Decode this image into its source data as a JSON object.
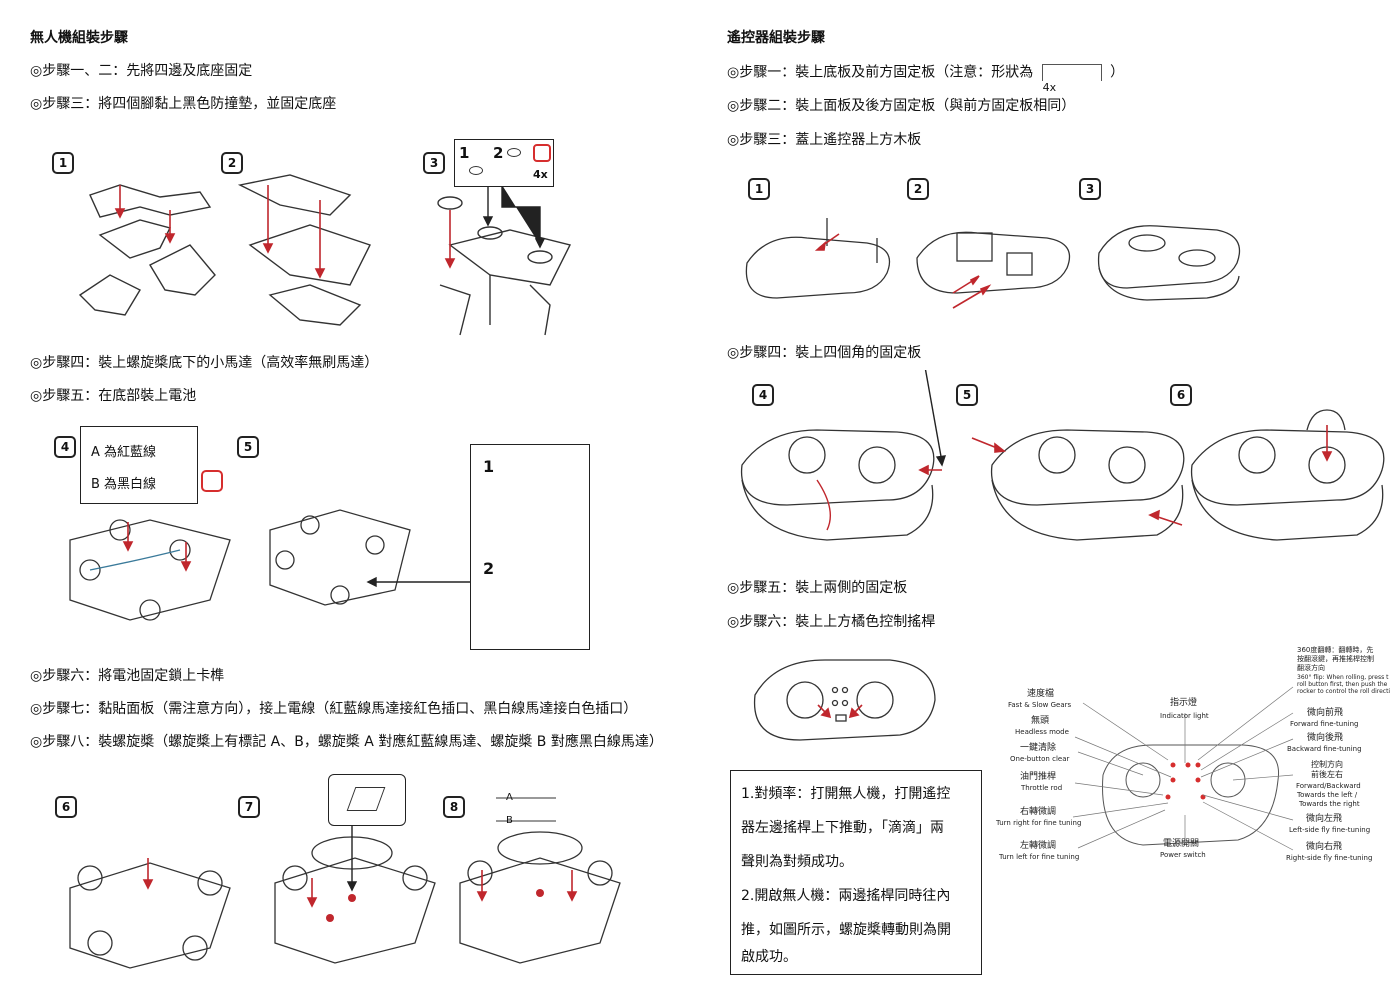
{
  "left": {
    "title": "無人機組裝步驟",
    "steps_a": [
      "◎步驟一、二：先將四邊及底座固定",
      "◎步驟三：將四個腳黏上黑色防撞墊，並固定底座"
    ],
    "fig1": {
      "n1": "1",
      "n2": "2",
      "n3": "3",
      "inset_1": "1",
      "inset_2": "2",
      "inset_count": "4x"
    },
    "steps_b": [
      "◎步驟四：裝上螺旋槳底下的小馬達（高效率無刷馬達）",
      "◎步驟五：在底部裝上電池"
    ],
    "fig2": {
      "n4": "4",
      "n5": "5",
      "line_a": "A 為紅藍線",
      "line_b": "B 為黑白線",
      "inset_1": "1",
      "inset_2": "2"
    },
    "steps_c": [
      "◎步驟六：將電池固定鎖上卡榫",
      "◎步驟七：黏貼面板（需注意方向），接上電線（紅藍線馬達接紅色插口、黑白線馬達接白色插口）",
      "◎步驟八：裝螺旋槳（螺旋槳上有標記 A、B，螺旋槳 A 對應紅藍線馬達、螺旋槳 B 對應黑白線馬達）"
    ],
    "fig3": {
      "n6": "6",
      "n7": "7",
      "n8": "8",
      "prop_a": "A",
      "prop_b": "B"
    }
  },
  "right": {
    "title": "遙控器組裝步驟",
    "step1_before": "◎步驟一：裝上底板及前方固定板（注意：形狀為",
    "step1_shape_label": "4x",
    "step1_after": "）",
    "steps_a": [
      "◎步驟二：裝上面板及後方固定板（與前方固定板相同）",
      "◎步驟三：蓋上遙控器上方木板"
    ],
    "fig1": {
      "n1": "1",
      "n2": "2",
      "n3": "3"
    },
    "step4": "◎步驟四：裝上四個角的固定板",
    "fig2": {
      "n4": "4",
      "n5": "5",
      "n6": "6"
    },
    "steps_b": [
      "◎步驟五：裝上兩側的固定板",
      "◎步驟六：裝上上方橘色控制搖桿"
    ],
    "instructions": [
      "1.對頻率：打開無人機，打開遙控",
      "器左邊搖桿上下推動，「滴滴」兩",
      "聲則為對頻成功。",
      "2.開啟無人機：兩邊搖桿同時往內",
      "推，如圖所示，螺旋槳轉動則為開",
      "啟成功。"
    ],
    "diagram_labels": {
      "speed_zh": "速度檔",
      "speed_en": "Fast & Slow Gears",
      "headless_zh": "無頭",
      "headless_en": "Headless mode",
      "clear_zh": "一鍵清除",
      "clear_en": "One-button clear",
      "throttle_zh": "油門推桿",
      "throttle_en": "Throttle rod",
      "right_trim_zh": "右轉微調",
      "right_trim_en": "Turn right for fine tuning",
      "left_trim_zh": "左轉微調",
      "left_trim_en": "Turn left for fine tuning",
      "indicator_zh": "指示燈",
      "indicator_en": "Indicator light",
      "power_zh": "電源開關",
      "power_en": "Power switch",
      "flip_zh1": "360度翻轉：翻轉時，先",
      "flip_zh2": "按翻滾鍵，再推搖桿控制",
      "flip_zh3": "翻滾方向",
      "flip_en1": "360° flip: When rolling, press t",
      "flip_en2": "roll button first, then push the",
      "flip_en3": "rocker to control the roll directi",
      "fwd_zh": "微向前飛",
      "fwd_en": "Forward fine-tuning",
      "bwd_zh": "微向後飛",
      "bwd_en": "Backward fine-tuning",
      "dir_zh1": "控制方向",
      "dir_zh2": "前後左右",
      "dir_en1": "Forward/Backward",
      "dir_en2": "Towards the left /",
      "dir_en3": "Towards the right",
      "lft_zh": "微向左飛",
      "lft_en": "Left-side fly fine-tuning",
      "rgt_zh": "微向右飛",
      "rgt_en": "Right-side fly fine-tuning"
    }
  },
  "colors": {
    "arrow": "#c0272d",
    "line": "#333333",
    "accent": "#d62e2e"
  }
}
